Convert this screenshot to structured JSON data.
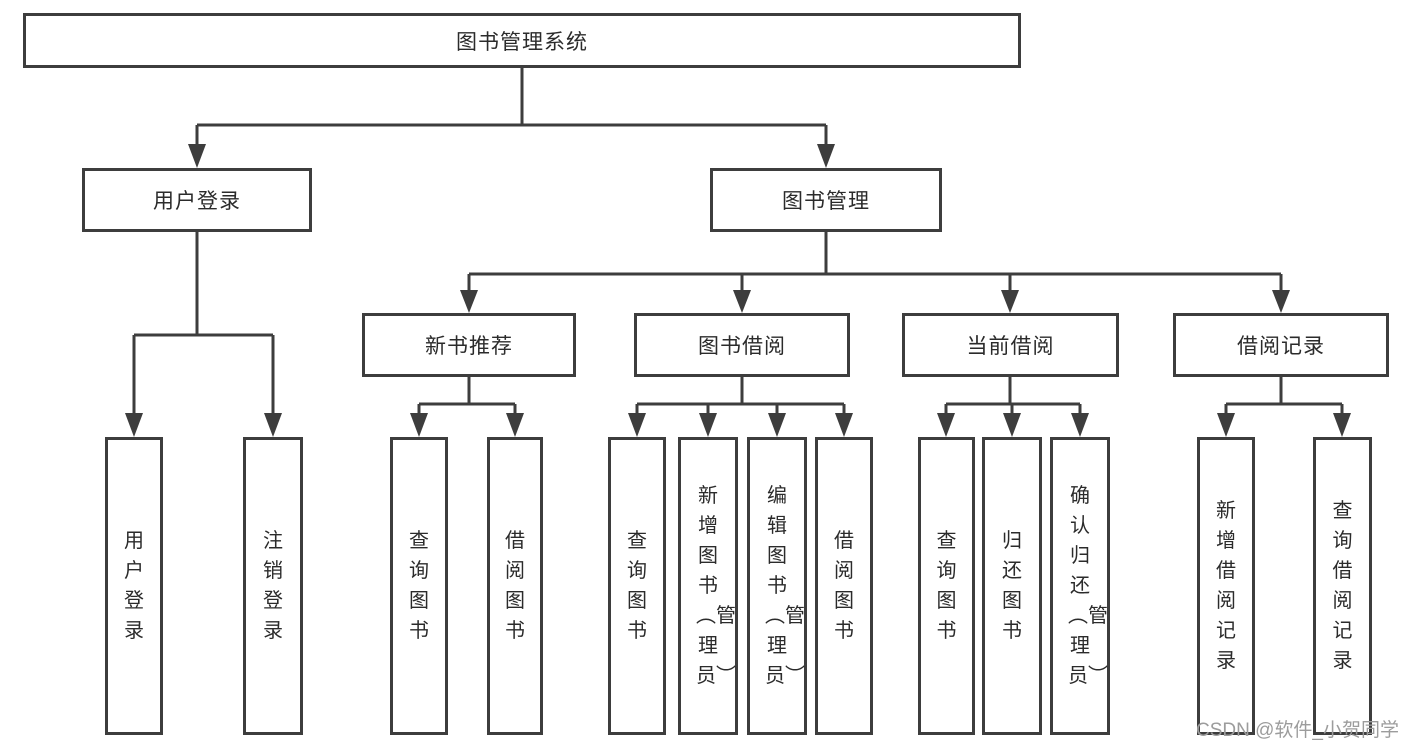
{
  "diagram": {
    "title": "图书管理系统",
    "level2": [
      {
        "label": "用户登录",
        "children": [
          "用户登录",
          "注销登录"
        ]
      },
      {
        "label": "图书管理"
      }
    ],
    "level3": [
      {
        "label": "新书推荐",
        "children": [
          "查询图书",
          "借阅图书"
        ]
      },
      {
        "label": "图书借阅",
        "children": [
          "查询图书",
          "新增图书︵管理员︶",
          "编辑图书︵管理员︶",
          "借阅图书"
        ]
      },
      {
        "label": "当前借阅",
        "children": [
          "查询图书",
          "归还图书",
          "确认归还︵管理员︶"
        ]
      },
      {
        "label": "借阅记录",
        "children": [
          "新增借阅记录",
          "查询借阅记录"
        ]
      }
    ]
  },
  "watermark": "CSDN @软件_小贺同学",
  "colors": {
    "line": "#3d3d3d",
    "text": "#2b2b2b",
    "watermark": "#9c9c9c",
    "background": "#ffffff"
  }
}
